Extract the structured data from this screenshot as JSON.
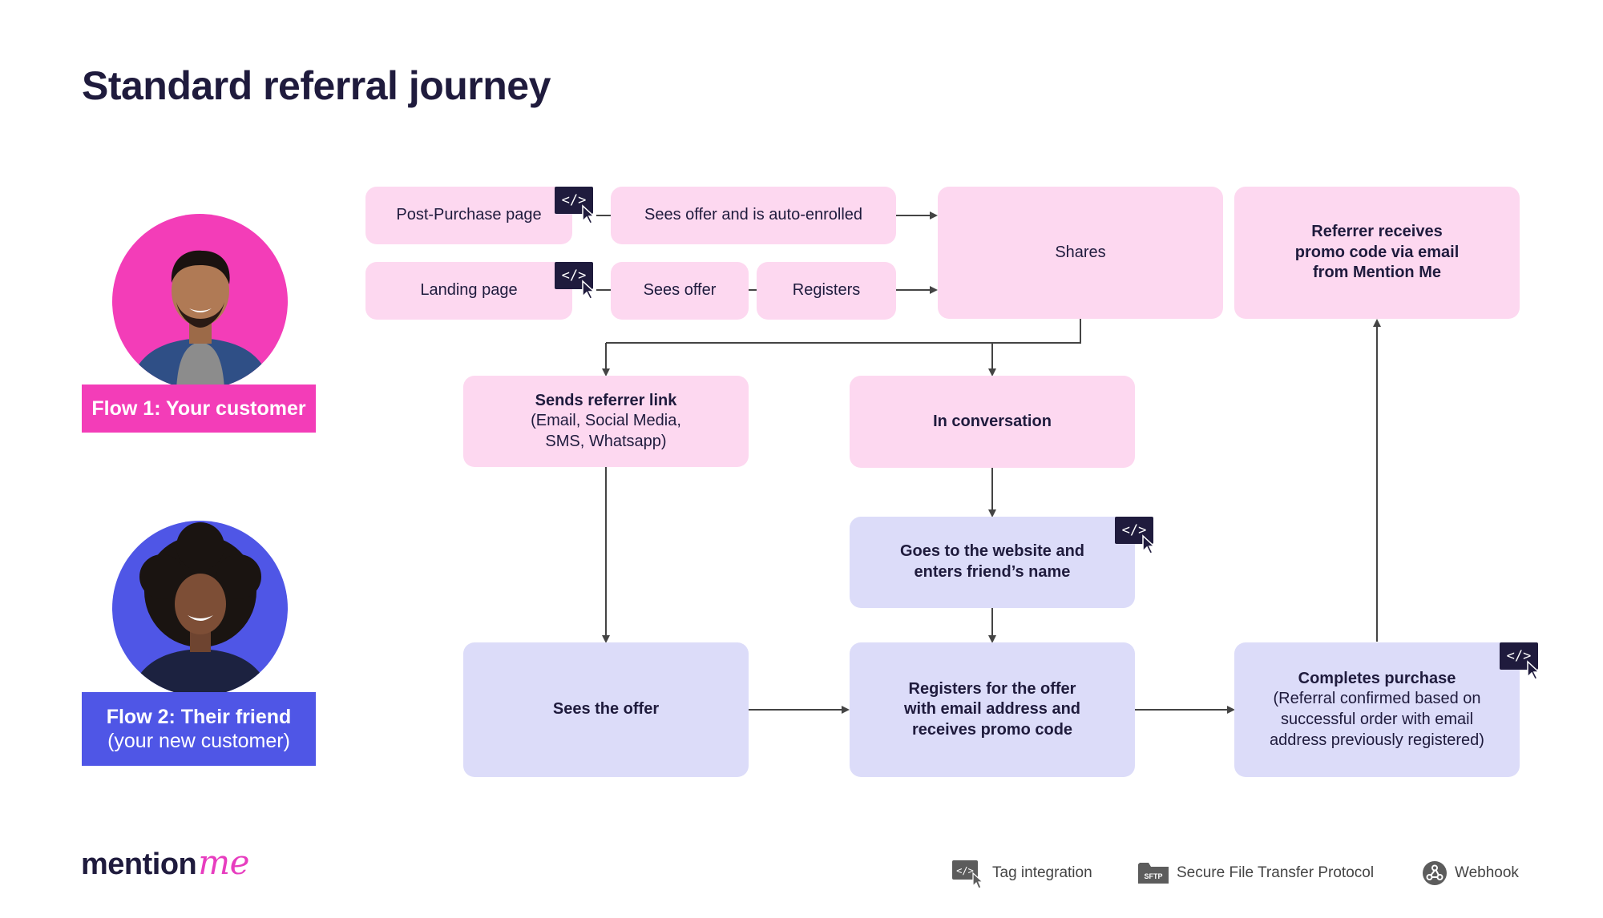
{
  "title": "Standard referral journey",
  "colors": {
    "navy": "#1f1b3d",
    "pink_box": "#fdd8f0",
    "lavender_box": "#dcdcf9",
    "flow1_accent": "#f33db8",
    "flow2_accent": "#4f56e6",
    "connector": "#444444"
  },
  "flows": {
    "flow1": {
      "label": "Flow 1: Your customer"
    },
    "flow2": {
      "label": "Flow 2: Their friend",
      "sublabel": "(your new customer)"
    }
  },
  "nodes": {
    "post_purchase_page": {
      "label": "Post-Purchase page"
    },
    "sees_offer_auto_enrolled": {
      "label": "Sees offer and is auto-enrolled"
    },
    "landing_page": {
      "label": "Landing page"
    },
    "sees_offer": {
      "label": "Sees offer"
    },
    "registers": {
      "label": "Registers"
    },
    "shares": {
      "label": "Shares"
    },
    "referrer_receives": {
      "line1": "Referrer receives",
      "line2": "promo code via email",
      "line3": "from Mention Me"
    },
    "sends_referrer_link": {
      "title": "Sends referrer link",
      "line1": "(Email, Social Media,",
      "line2": "SMS, Whatsapp)"
    },
    "in_conversation": {
      "label": "In conversation"
    },
    "goes_to_website": {
      "line1": "Goes to the website and",
      "line2": "enters friend’s name"
    },
    "sees_the_offer": {
      "label": "Sees the offer"
    },
    "registers_for_offer": {
      "line1": "Registers for the offer",
      "line2": "with email address and",
      "line3": "receives promo code"
    },
    "completes_purchase": {
      "title": "Completes purchase",
      "line1": "(Referral confirmed based on",
      "line2": "successful order with email",
      "line3": "address previously registered)"
    }
  },
  "tag_badge": {
    "text": "</>",
    "icon": "code-cursor-icon"
  },
  "logo": {
    "main": "mention",
    "accent": "me"
  },
  "legend": {
    "tag_integration": {
      "icon": "code-cursor-icon",
      "label": "Tag integration"
    },
    "sftp": {
      "icon": "sftp-folder-icon",
      "badge": "SFTP",
      "label": "Secure File Transfer Protocol"
    },
    "webhook": {
      "icon": "webhook-icon",
      "label": "Webhook"
    }
  }
}
